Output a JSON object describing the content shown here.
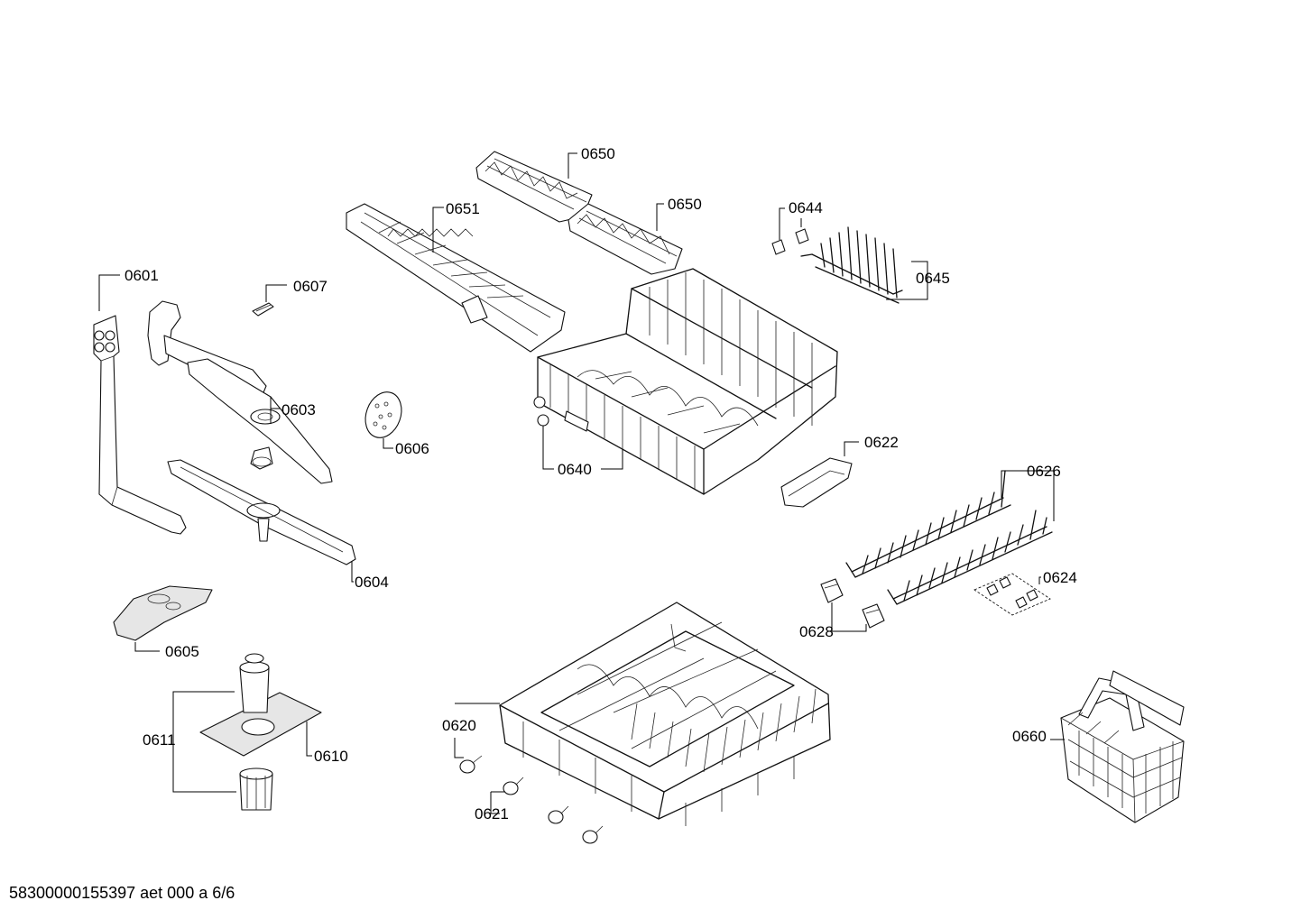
{
  "footer": "58300000155397 aet 000 a 6/6",
  "labels": {
    "p0601": "0601",
    "p0603": "0603",
    "p0604": "0604",
    "p0605": "0605",
    "p0606": "0606",
    "p0607": "0607",
    "p0610": "0610",
    "p0611": "0611",
    "p0620": "0620",
    "p0621": "0621",
    "p0622": "0622",
    "p0624": "0624",
    "p0626": "0626",
    "p0628": "0628",
    "p0640": "0640",
    "p0644": "0644",
    "p0645": "0645",
    "p0650a": "0650",
    "p0650b": "0650",
    "p0651": "0651",
    "p0660": "0660"
  }
}
